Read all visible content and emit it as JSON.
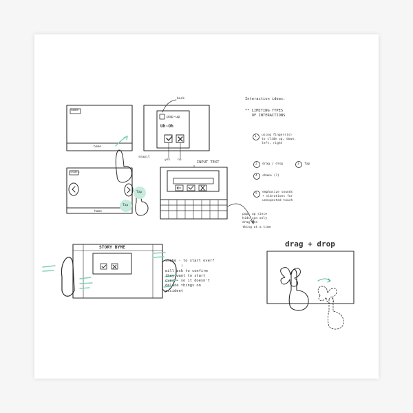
{
  "frame1": {
    "tag": "home",
    "bottom": "home"
  },
  "frame2": {
    "annotation": "back",
    "popup_title": "pop-up",
    "popup_text": "Uh-Oh",
    "label_yes": "yes",
    "label_no": "no"
  },
  "frame3": {
    "tag": "start",
    "bottom": "home",
    "tap1": "Tap",
    "tap2": "Tap"
  },
  "input_text_label": "INPUT TEXT",
  "snapit_label": "snapit",
  "keyboard_note": "pops up since\nkids can only\ndrag one\nthing at a time",
  "ideas": {
    "title": "Interaction ideas:",
    "limiting": "** LIMITING TYPES\n   OF INTERACTIONS",
    "items": [
      "using fingers(s)\nto slide up, down,\nleft, right",
      "drag / drop",
      "Tap",
      "shake (?)",
      "emphasize sounds\n+ vibrations for\nunexpected touch"
    ],
    "numbers": [
      "1",
      "2",
      "3",
      "4",
      "5"
    ]
  },
  "story": {
    "title": "STORY BYME"
  },
  "shake_note": "shake - to start over?\n       ↓\nwill ask to confirm\nthey want to start\nover - so it doesn't\ndelete things on\naccident",
  "dragdrop": {
    "title": "drag + drop"
  },
  "accent_color": "#7fd1b2"
}
